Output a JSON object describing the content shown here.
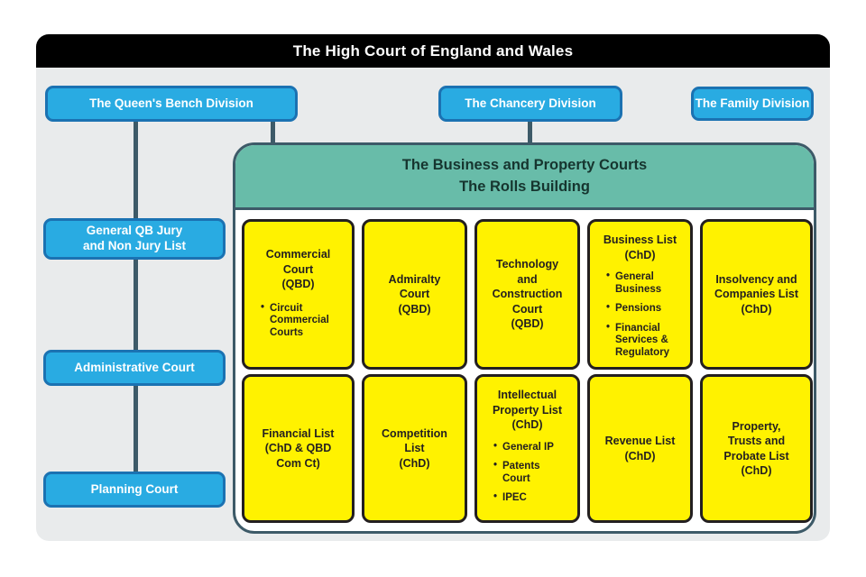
{
  "title": "The High Court of England and Wales",
  "colors": {
    "header_bg": "#000000",
    "header_text": "#ffffff",
    "card_bg": "#E9EBEC",
    "blue_fill": "#29ABE2",
    "blue_border": "#1B72B2",
    "teal_fill": "#68BCA9",
    "teal_text": "#16352F",
    "yellow_fill": "#FFF200",
    "ink": "#231F20",
    "line": "#3D5A68"
  },
  "divisions": [
    {
      "label": "The Queen's Bench Division"
    },
    {
      "label": "The Chancery Division"
    },
    {
      "label": "The Family Division"
    }
  ],
  "qbd_lists": [
    {
      "label": "General QB Jury\nand Non Jury List"
    },
    {
      "label": "Administrative Court"
    },
    {
      "label": "Planning Court"
    }
  ],
  "bp_courts": {
    "title_line1": "The Business and Property Courts",
    "title_line2": "The Rolls Building",
    "boxes": [
      {
        "title": "Commercial\nCourt\n(QBD)",
        "bullets": [
          "Circuit Commercial Courts"
        ],
        "layout": "upper"
      },
      {
        "title": "Admiralty\nCourt\n(QBD)",
        "bullets": [],
        "layout": "center"
      },
      {
        "title": "Technology\nand\nConstruction\nCourt\n(QBD)",
        "bullets": [],
        "layout": "center"
      },
      {
        "title": "Business List\n(ChD)",
        "bullets": [
          "General Business",
          "Pensions",
          "Financial Services & Regulatory"
        ],
        "layout": "top"
      },
      {
        "title": "Insolvency and\nCompanies List\n(ChD)",
        "bullets": [],
        "layout": "center"
      },
      {
        "title": "Financial List\n(ChD & QBD\nCom Ct)",
        "bullets": [],
        "layout": "center"
      },
      {
        "title": "Competition\nList\n(ChD)",
        "bullets": [],
        "layout": "center"
      },
      {
        "title": "Intellectual\nProperty List\n(ChD)",
        "bullets": [
          "General IP",
          "Patents Court",
          "IPEC"
        ],
        "layout": "top"
      },
      {
        "title": "Revenue List\n(ChD)",
        "bullets": [],
        "layout": "center"
      },
      {
        "title": "Property,\nTrusts and\nProbate List\n(ChD)",
        "bullets": [],
        "layout": "center"
      }
    ]
  }
}
